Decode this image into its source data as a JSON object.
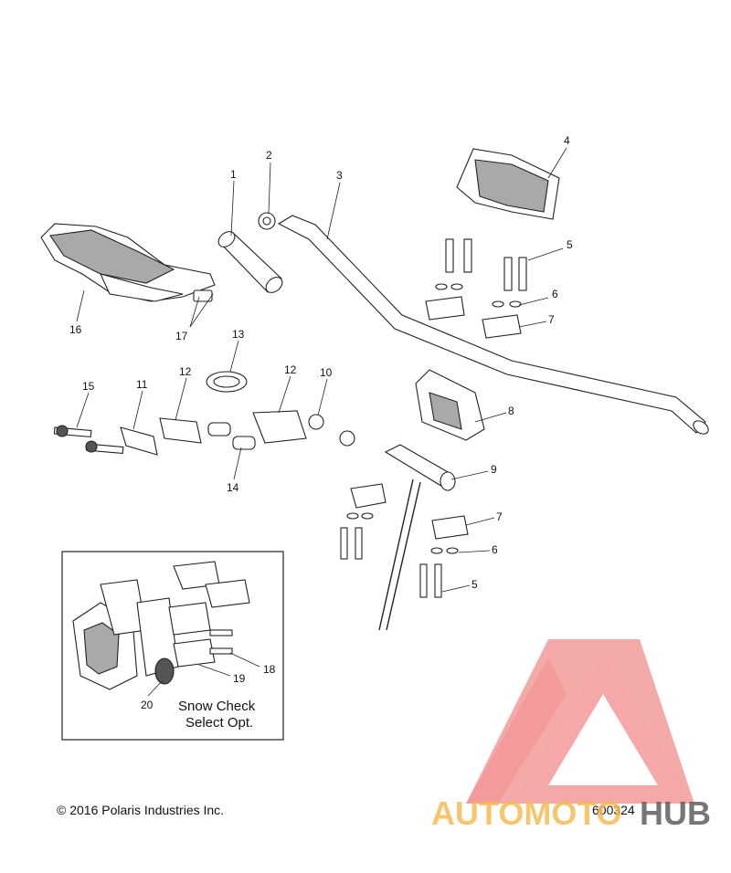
{
  "callouts": {
    "c1": "1",
    "c2": "2",
    "c3": "3",
    "c4": "4",
    "c5a": "5",
    "c5b": "5",
    "c6a": "6",
    "c6b": "6",
    "c7a": "7",
    "c7b": "7",
    "c8": "8",
    "c9": "9",
    "c10": "10",
    "c11": "11",
    "c12a": "12",
    "c12b": "12",
    "c13": "13",
    "c14": "14",
    "c15": "15",
    "c16": "16",
    "c17": "17",
    "c18": "18",
    "c19": "19",
    "c20": "20"
  },
  "inset": {
    "line1": "Snow Check",
    "line2": "Select Opt."
  },
  "footer": {
    "copyright": "© 2016 Polaris Industries Inc.",
    "figure_number": "600324"
  },
  "watermark": {
    "brand_part1": "AUTOMOTO",
    "brand_part2": "HUB",
    "color_primary": "#f07a7a",
    "color_secondary": "#f5b84a"
  }
}
